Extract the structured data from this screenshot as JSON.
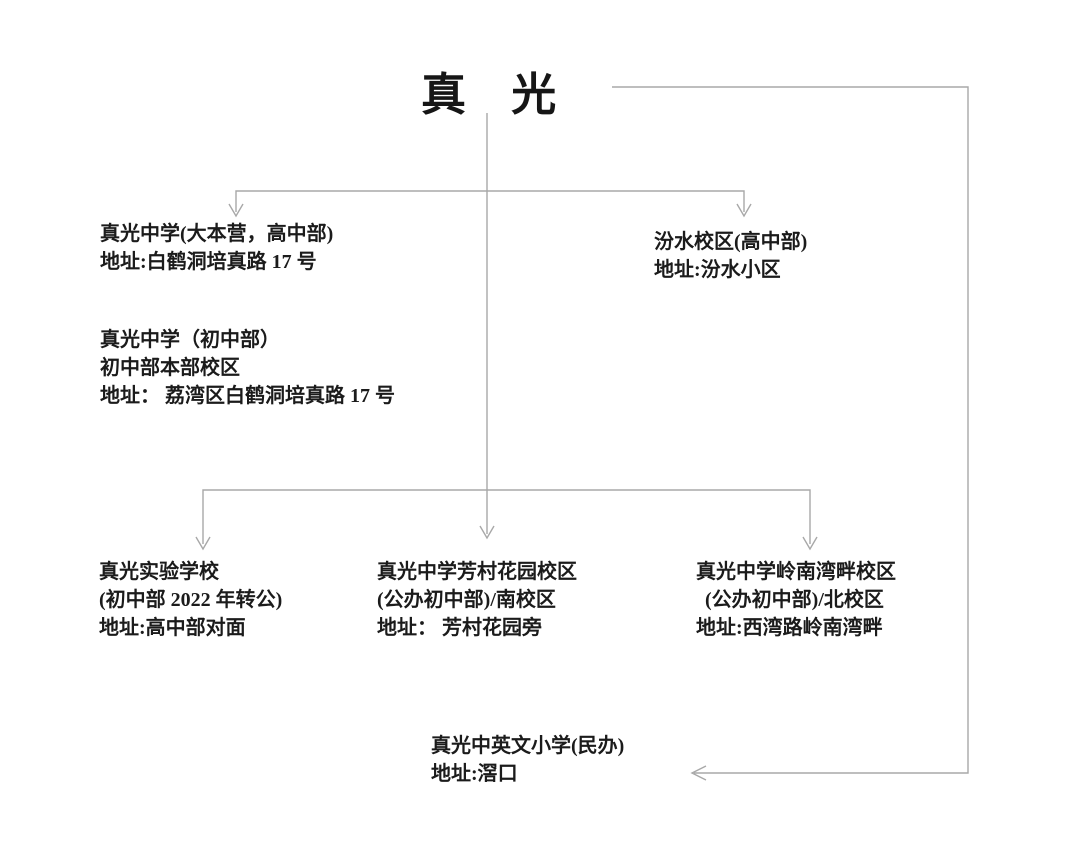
{
  "title": "真 光",
  "colors": {
    "background": "#ffffff",
    "connector": "#a8a8a8",
    "text": "#1b1b1b"
  },
  "nodes": {
    "hq_high": {
      "lines": [
        "真光中学(大本营，高中部)",
        "地址:白鹤洞培真路 17 号"
      ]
    },
    "junior_main": {
      "lines": [
        "真光中学（初中部）",
        "初中部本部校区",
        "地址： 荔湾区白鹤洞培真路 17 号"
      ]
    },
    "fenshui": {
      "lines": [
        "汾水校区(高中部)",
        "地址:汾水小区"
      ]
    },
    "experimental": {
      "lines": [
        "真光实验学校",
        "(初中部 2022 年转公)",
        "地址:高中部对面"
      ]
    },
    "fangcun": {
      "lines": [
        "真光中学芳村花园校区",
        "(公办初中部)/南校区",
        "地址： 芳村花园旁"
      ]
    },
    "lingnan": {
      "lines": [
        "真光中学岭南湾畔校区",
        "(公办初中部)/北校区",
        "地址:西湾路岭南湾畔"
      ]
    },
    "primary": {
      "lines": [
        "真光中英文小学(民办)",
        "地址:滘口"
      ]
    }
  }
}
